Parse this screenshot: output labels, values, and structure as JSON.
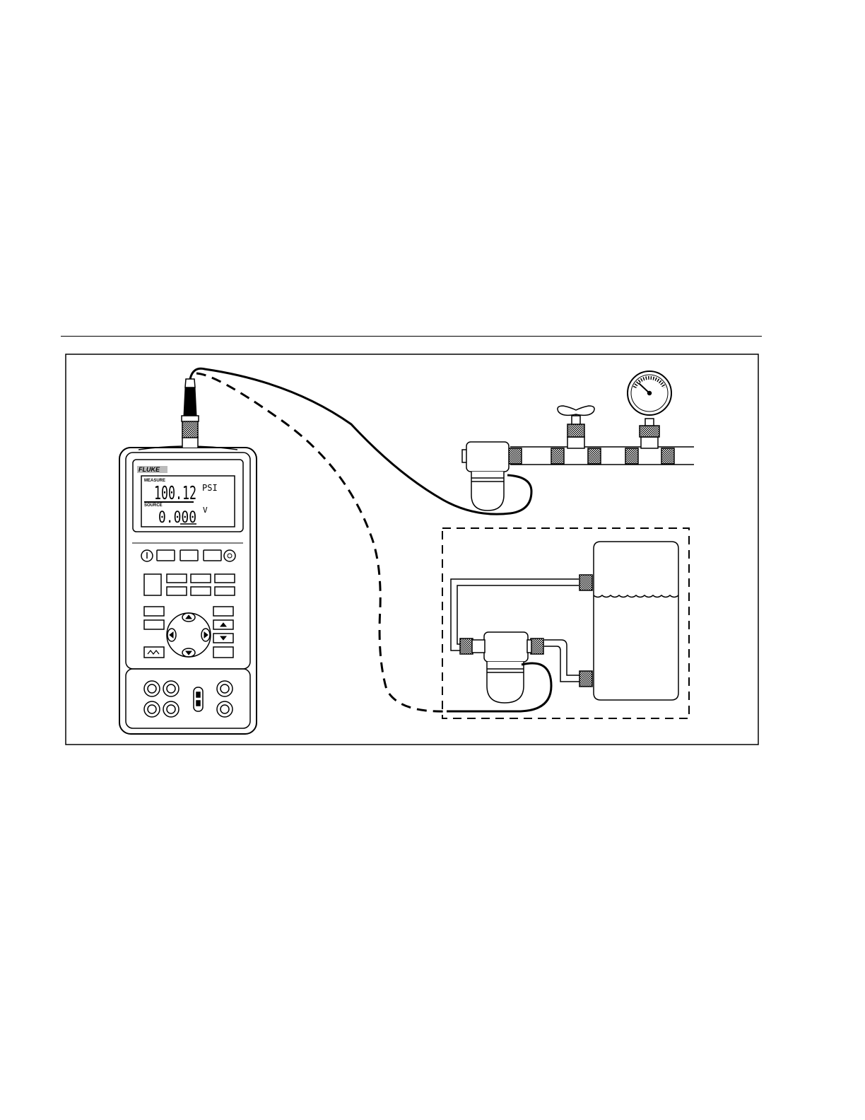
{
  "figure": {
    "calibrator": {
      "brand": "FLUKE",
      "display": {
        "measure_label": "MEASURE",
        "measure_value": "100.12",
        "measure_unit": "PSI",
        "source_label": "SOURCE",
        "source_value": "0.000",
        "source_unit": "V"
      }
    }
  }
}
